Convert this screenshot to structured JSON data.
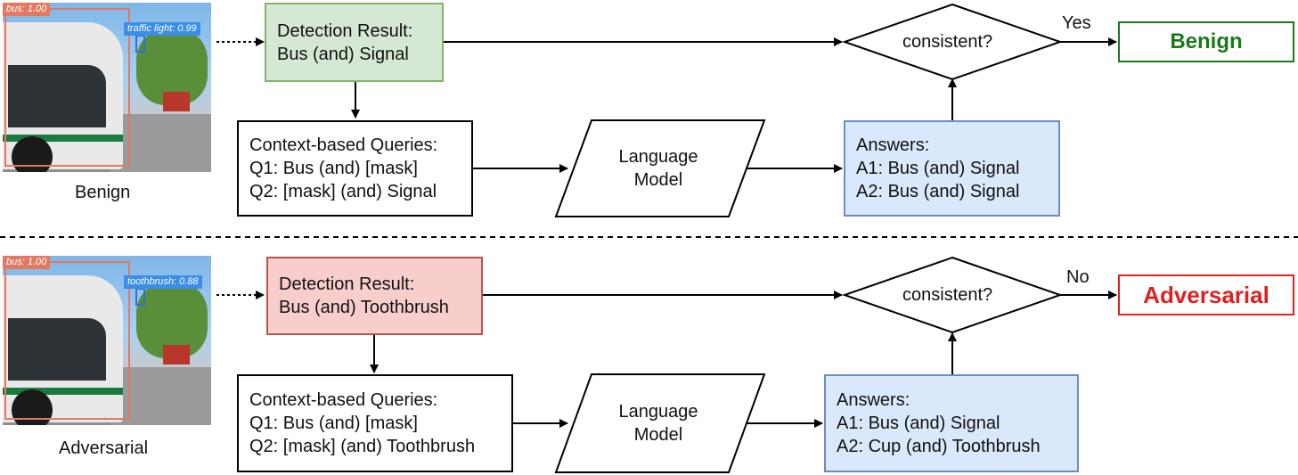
{
  "colors": {
    "benign_result": "#1a7a1a",
    "adversarial_result": "#e02020"
  },
  "benign": {
    "image": {
      "bus_tag": "bus: 1.00",
      "signal_tag": "traffic light: 0.99",
      "caption": "Benign"
    },
    "detection": {
      "title": "Detection Result:",
      "value": "Bus (and) Signal"
    },
    "queries": {
      "title": "Context-based Queries:",
      "q1": "Q1: Bus (and) [mask]",
      "q2": "Q2: [mask] (and) Signal"
    },
    "language_model": {
      "line1": "Language",
      "line2": "Model"
    },
    "answers": {
      "title": "Answers:",
      "a1": "A1: Bus (and) Signal",
      "a2": "A2: Bus (and) Signal"
    },
    "decision": "consistent?",
    "branch": "Yes",
    "result": "Benign"
  },
  "adversarial": {
    "image": {
      "bus_tag": "bus: 1.00",
      "signal_tag": "toothbrush: 0.88",
      "caption": "Adversarial"
    },
    "detection": {
      "title": "Detection Result:",
      "value": "Bus (and) Toothbrush"
    },
    "queries": {
      "title": "Context-based Queries:",
      "q1": "Q1: Bus (and) [mask]",
      "q2": "Q2: [mask] (and) Toothbrush"
    },
    "language_model": {
      "line1": "Language",
      "line2": "Model"
    },
    "answers": {
      "title": "Answers:",
      "a1": "A1: Bus (and) Signal",
      "a2": "A2: Cup (and) Toothbrush"
    },
    "decision": "consistent?",
    "branch": "No",
    "result": "Adversarial"
  }
}
